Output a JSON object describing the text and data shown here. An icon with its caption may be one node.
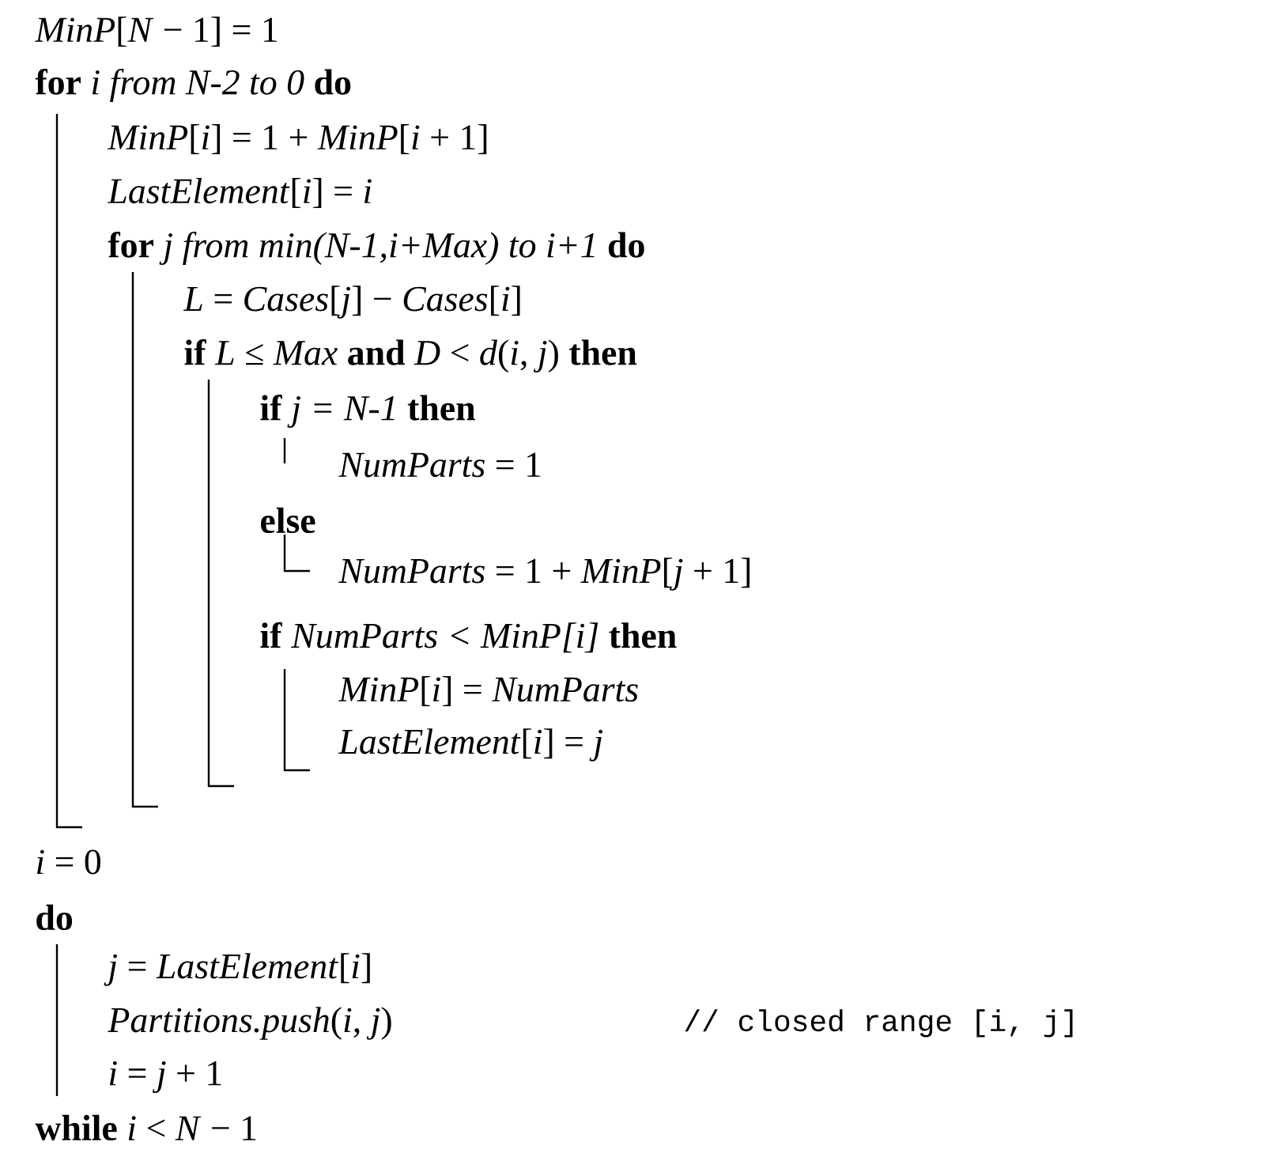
{
  "diagram": {
    "labels": [
      "*MinP*[*N* − 1] = 1",
      "**for** *i from N-2 to 0* **do**",
      "*MinP*[*i*] = 1 + *MinP*[*i* + 1]",
      "*LastElement*[*i*] = *i*",
      "**for** *j from min(N-1,i+Max) to i+1* **do**",
      "*L* = *Cases*[*j*] − *Cases*[*i*]",
      "**if** *L* ≤ *Max* **and** *D* < *d*(*i*, *j*) **then**",
      "**if** *j = N-1* **then**",
      "*NumParts* = 1",
      "**else**",
      "*NumParts* = 1 + *MinP*[*j* + 1]",
      "**if** *NumParts < MinP[i]* **then**",
      "*MinP*[*i*] = *NumParts*",
      "*LastElement*[*i*] = *j*",
      "*i* = 0",
      "**do**",
      "*j* = *LastElement*[*i*]",
      "*Partitions.push*(*i*, *j*)",
      "// closed range [i, j]",
      "*i* = *j* + 1",
      "**while** *i* < *N* − 1"
    ]
  }
}
